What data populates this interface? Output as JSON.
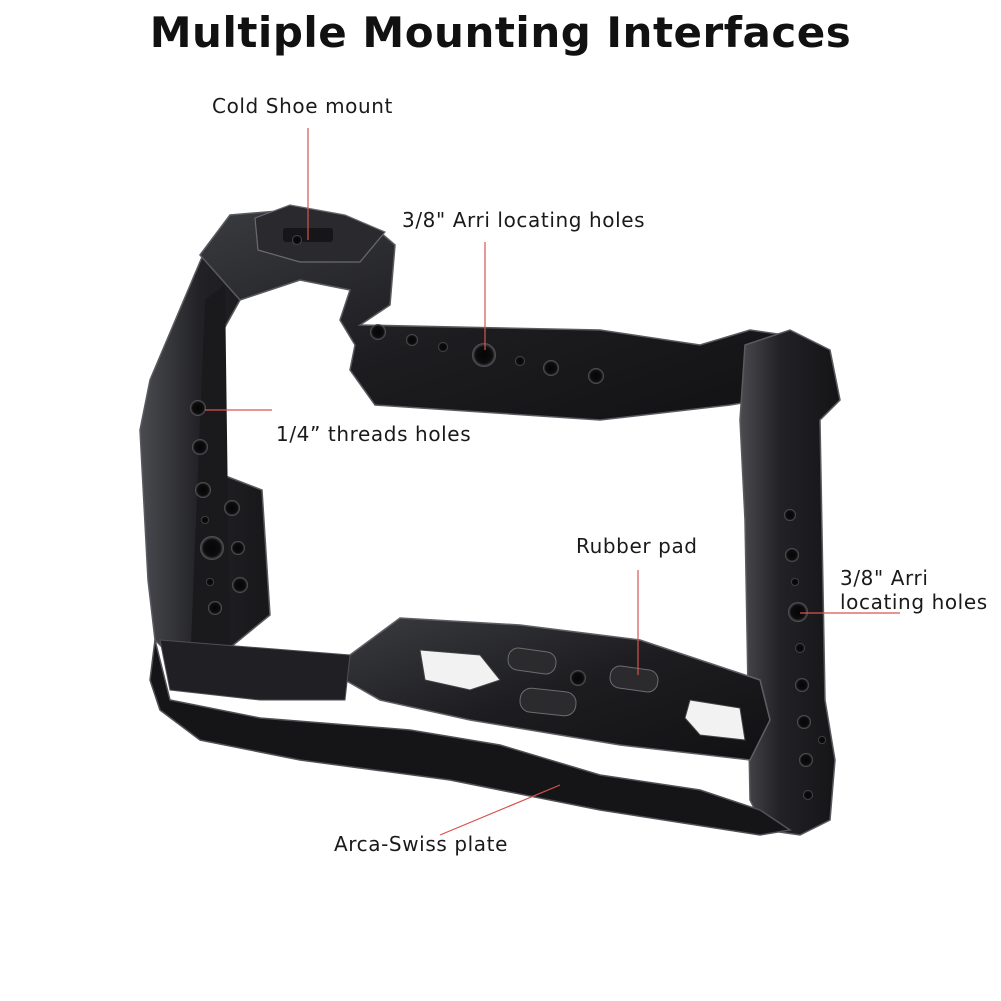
{
  "title": "Multiple Mounting Interfaces",
  "callouts": {
    "cold_shoe": "Cold Shoe mount",
    "arri_top": "3/8\" Arri locating holes",
    "threads": "1/4” threads holes",
    "rubber_pad": "Rubber pad",
    "arri_side_line1": "3/8\" Arri",
    "arri_side_line2": "locating holes",
    "arca": "Arca-Swiss plate"
  },
  "colors": {
    "leader_line": "#d9534f",
    "metal_dark": "#1b1b1d",
    "metal_mid": "#2c2c30",
    "metal_edge": "#55575c"
  }
}
